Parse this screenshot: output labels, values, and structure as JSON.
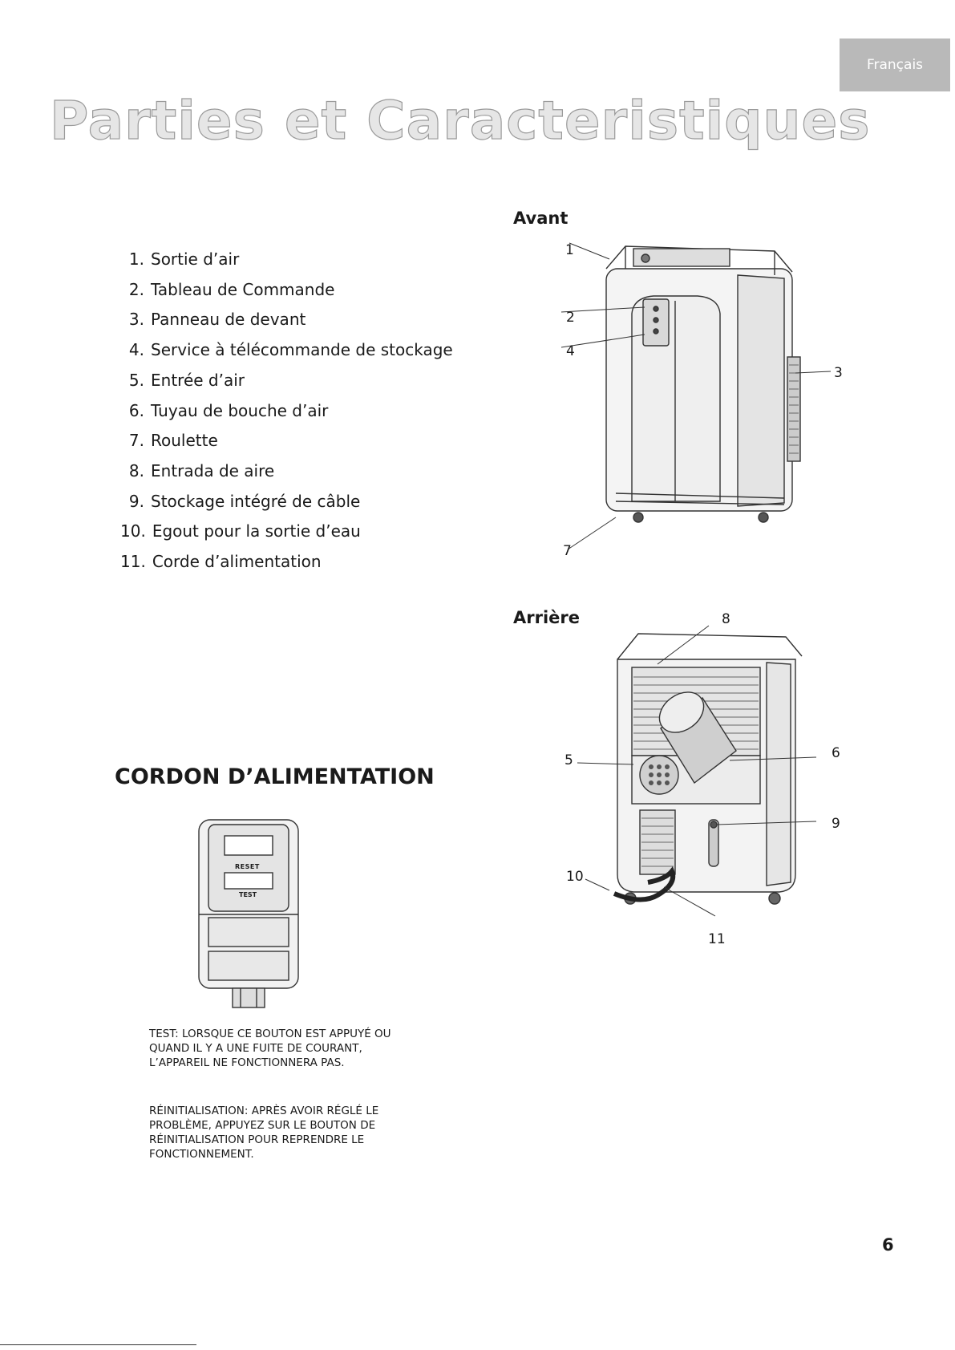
{
  "language_tab": "Français",
  "title": "Parties et Caracteristiques",
  "parts": [
    {
      "num": "1.",
      "label": "Sortie d’air"
    },
    {
      "num": "2.",
      "label": "Tableau de Commande"
    },
    {
      "num": "3.",
      "label": "Panneau de devant"
    },
    {
      "num": "4.",
      "label": "Service à télécommande de stockage"
    },
    {
      "num": "5.",
      "label": "Entrée d’air"
    },
    {
      "num": "6.",
      "label": "Tuyau de bouche d’air"
    },
    {
      "num": "7.",
      "label": "Roulette"
    },
    {
      "num": "8.",
      "label": "Entrada de aire"
    },
    {
      "num": "9.",
      "label": "Stockage intégré de câble"
    },
    {
      "num": "10.",
      "label": "Egout pour la sortie d’eau"
    },
    {
      "num": "11.",
      "label": "Corde d’alimentation"
    }
  ],
  "front": {
    "label": "Avant",
    "callouts": [
      "1",
      "2",
      "4",
      "3",
      "7"
    ]
  },
  "back": {
    "label": "Arrière",
    "callouts": [
      "8",
      "5",
      "6",
      "9",
      "10",
      "11"
    ]
  },
  "cordon": {
    "title": "CORDON D’ALIMENTATION",
    "plug_reset_label": "RESET",
    "plug_test_label": "TEST",
    "test_text": "TEST: LORSQUE CE BOUTON EST APPUYÉ OU QUAND IL Y A UNE FUITE DE COURANT, L’APPAREIL NE FONCTIONNERA PAS.",
    "reset_text": "RÉINITIALISATION: APRÈS AVOIR RÉGLÉ LE PROBLÈME, APPUYEZ SUR LE BOUTON DE RÉINITIALISATION POUR REPRENDRE LE FONCTIONNEMENT."
  },
  "page_number": "6"
}
